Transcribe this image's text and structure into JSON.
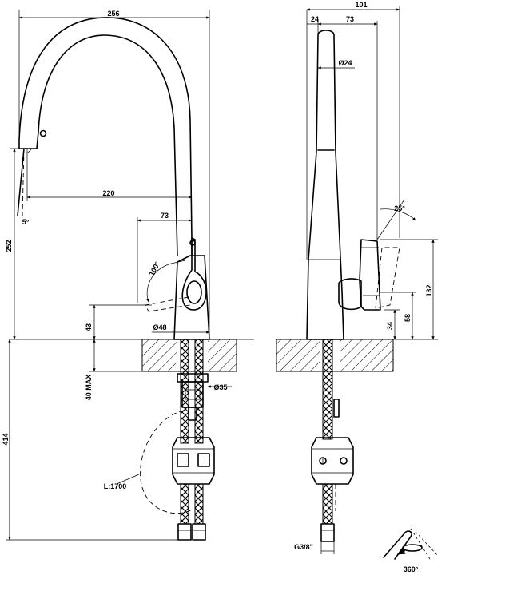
{
  "labels": {
    "overall_width": "256",
    "spout_reach": "220",
    "lever_offset": "73",
    "lever_rotation": "100°",
    "deck_to_lever": "43",
    "total_height": "252",
    "base_diameter": "Ø48",
    "deck_thickness": "40 MAX",
    "hole_diameter": "Ø35",
    "hose_below": "414",
    "hose_length": "L:1700",
    "spray_tilt": "5°",
    "side_depth": "101",
    "side_front": "24",
    "side_back": "73",
    "spout_diameter": "Ø24",
    "lever_tilt": "25°",
    "lever_height": "132",
    "lever_mid": "58",
    "lever_low": "34",
    "connector": "G3/8\"",
    "swivel": "360°"
  }
}
